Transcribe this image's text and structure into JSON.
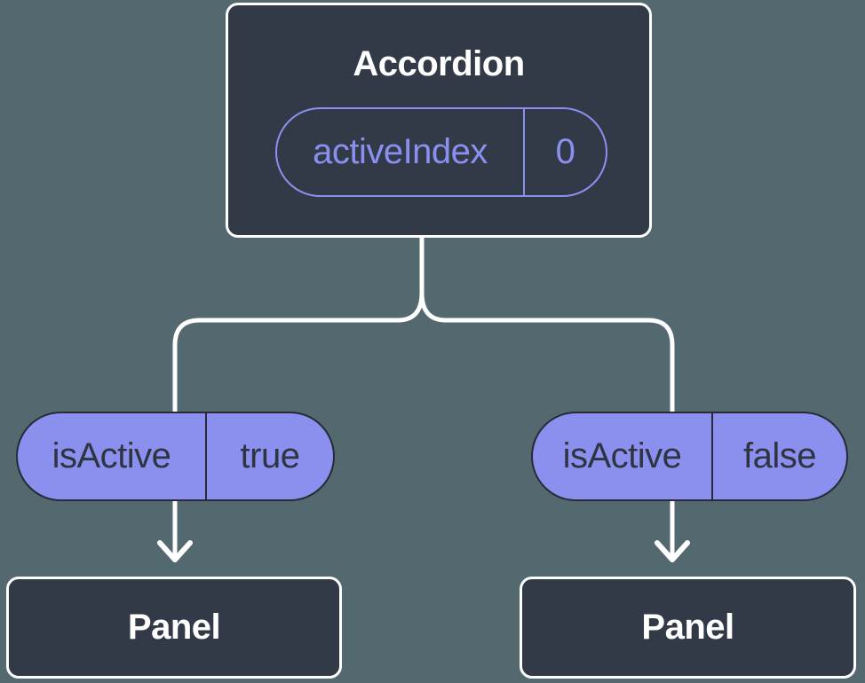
{
  "colors": {
    "bg": "#53696F",
    "nodeBg": "#333A47",
    "nodeBorder": "#FFFFFF",
    "purple": "#8A90F0",
    "pillFill": "#8B90EF",
    "pillBorder": "#262B36",
    "pillText": "#2E3440",
    "line": "#FFFFFF",
    "titleText": "#FFFFFF"
  },
  "root": {
    "title": "Accordion",
    "state": {
      "name": "activeIndex",
      "value": "0"
    }
  },
  "children": [
    {
      "prop": {
        "name": "isActive",
        "value": "true"
      },
      "node": {
        "title": "Panel"
      }
    },
    {
      "prop": {
        "name": "isActive",
        "value": "false"
      },
      "node": {
        "title": "Panel"
      }
    }
  ]
}
